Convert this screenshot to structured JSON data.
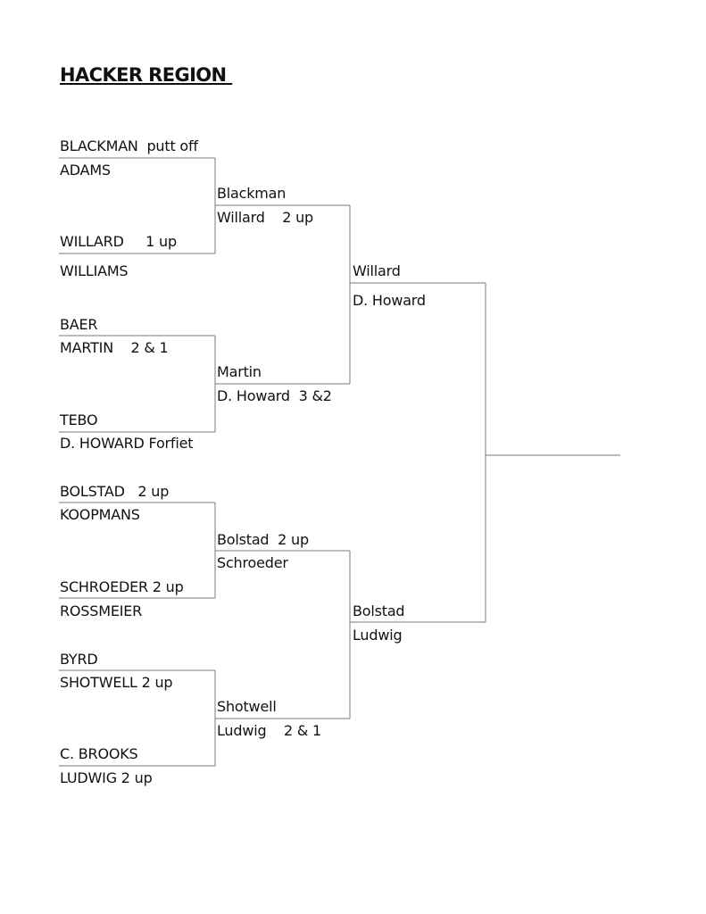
{
  "title": "HACKER REGION ",
  "round1": [
    {
      "top": "BLACKMAN  putt off",
      "bottom": "ADAMS"
    },
    {
      "top": "WILLARD     1 up",
      "bottom": "WILLIAMS"
    },
    {
      "top": "BAER",
      "bottom": "MARTIN    2 & 1"
    },
    {
      "top": "TEBO",
      "bottom": "D. HOWARD Forfiet"
    },
    {
      "top": "BOLSTAD   2 up",
      "bottom": "KOOPMANS"
    },
    {
      "top": "SCHROEDER 2 up",
      "bottom": "ROSSMEIER"
    },
    {
      "top": "BYRD",
      "bottom": "SHOTWELL 2 up"
    },
    {
      "top": "C. BROOKS",
      "bottom": "LUDWIG 2 up"
    }
  ],
  "round2": [
    {
      "top": "Blackman",
      "bottom": "Willard    2 up"
    },
    {
      "top": "Martin",
      "bottom": "D. Howard  3 &2"
    },
    {
      "top": "Bolstad  2 up",
      "bottom": "Schroeder"
    },
    {
      "top": "Shotwell",
      "bottom": "Ludwig    2 & 1"
    }
  ],
  "round3": [
    {
      "top": "Willard",
      "bottom": "D. Howard"
    },
    {
      "top": "Bolstad",
      "bottom": "Ludwig"
    }
  ]
}
